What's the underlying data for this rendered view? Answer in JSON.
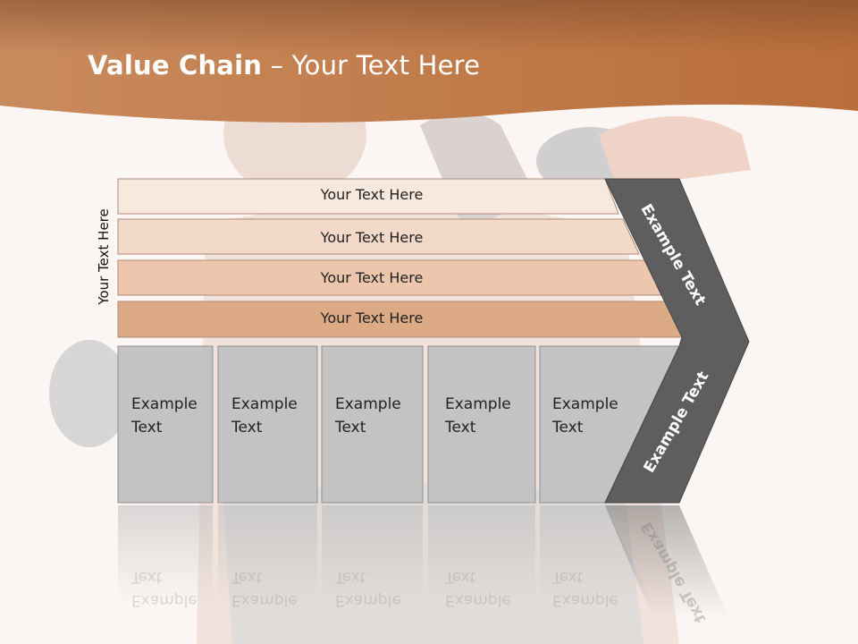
{
  "title": {
    "bold": "Value Chain",
    "rest": " – Your Text Here"
  },
  "side_label": "Your Text Here",
  "rows": [
    {
      "label": "Your Text Here"
    },
    {
      "label": "Your Text Here"
    },
    {
      "label": "Your Text Here"
    },
    {
      "label": "Your Text Here"
    }
  ],
  "boxes": [
    {
      "label": "Example\nText"
    },
    {
      "label": "Example\nText"
    },
    {
      "label": "Example\nText"
    },
    {
      "label": "Example\nText"
    },
    {
      "label": "Example\nText"
    }
  ],
  "arrow": {
    "upper": "Example Text",
    "lower": "Example Text"
  },
  "colors": {
    "header": "#c07a45",
    "row1": "#f8e9df",
    "row2": "#f2d9c8",
    "row3": "#ecc7ad",
    "row4": "#dcaa85",
    "box": "#c3c3c3",
    "arrow": "#5e5e5e"
  }
}
